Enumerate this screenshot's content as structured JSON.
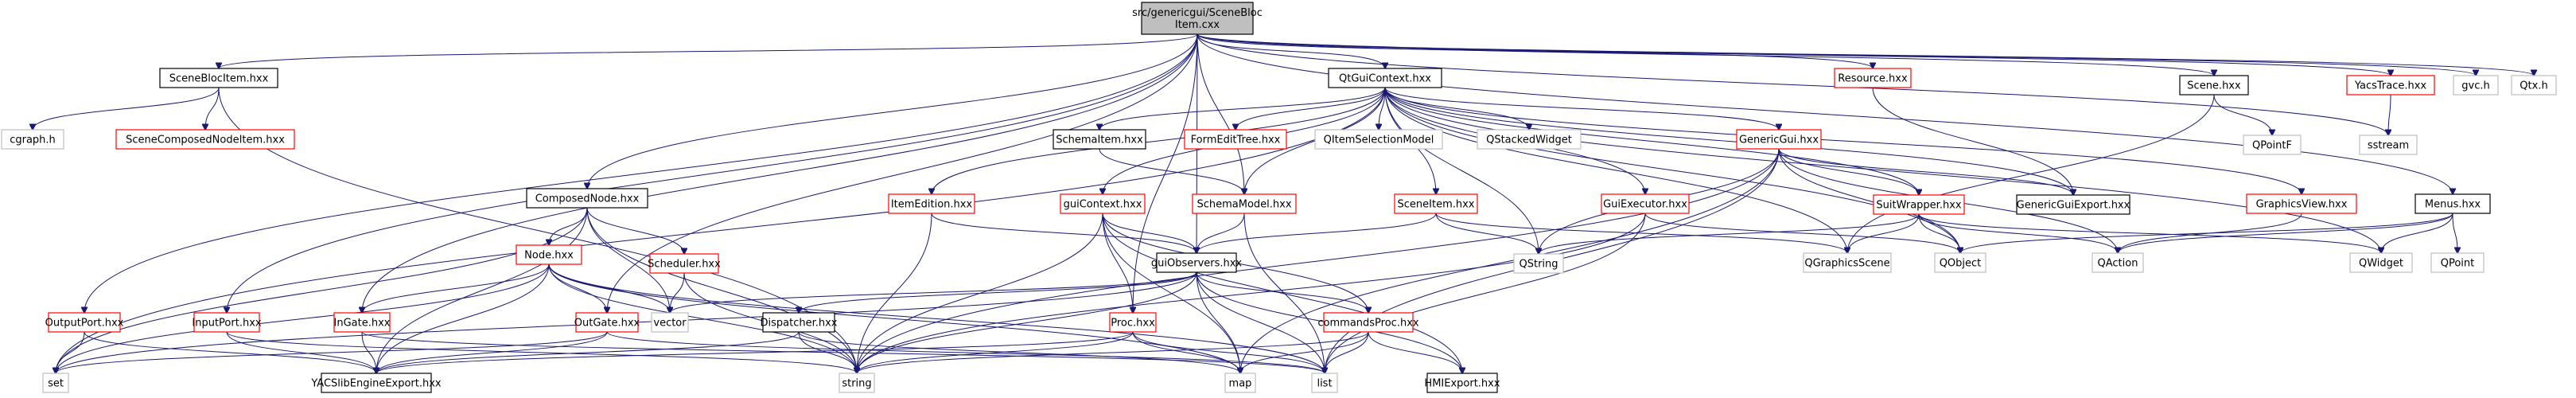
{
  "diagram": {
    "type": "include-dependency-graph",
    "root": "src/genericgui/SceneBlocItem.cxx",
    "colors": {
      "root_fill": "#bfbfbf",
      "documented_border": "#000000",
      "undocumented_border": "#ff0000",
      "external_border": "#bfbfbf",
      "edge": "#191970"
    },
    "nodes": [
      {
        "id": "root",
        "label": "src/genericgui/SceneBloc\nItem.cxx",
        "kind": "root"
      },
      {
        "id": "SceneBlocItem",
        "label": "SceneBlocItem.hxx",
        "kind": "documented"
      },
      {
        "id": "cgraph",
        "label": "cgraph.h",
        "kind": "external"
      },
      {
        "id": "SceneComposedNodeItem",
        "label": "SceneComposedNodeItem.hxx",
        "kind": "undocumented"
      },
      {
        "id": "QtGuiContext",
        "label": "QtGuiContext.hxx",
        "kind": "documented"
      },
      {
        "id": "SchemaItem",
        "label": "SchemaItem.hxx",
        "kind": "documented"
      },
      {
        "id": "FormEditTree",
        "label": "FormEditTree.hxx",
        "kind": "undocumented"
      },
      {
        "id": "QItemSelectionModel",
        "label": "QItemSelectionModel",
        "kind": "external"
      },
      {
        "id": "QStackedWidget",
        "label": "QStackedWidget",
        "kind": "external"
      },
      {
        "id": "Resource",
        "label": "Resource.hxx",
        "kind": "undocumented"
      },
      {
        "id": "GenericGui",
        "label": "GenericGui.hxx",
        "kind": "undocumented"
      },
      {
        "id": "Scene",
        "label": "Scene.hxx",
        "kind": "documented"
      },
      {
        "id": "YacsTrace",
        "label": "YacsTrace.hxx",
        "kind": "undocumented"
      },
      {
        "id": "gvc",
        "label": "gvc.h",
        "kind": "external"
      },
      {
        "id": "Qtx",
        "label": "Qtx.h",
        "kind": "external"
      },
      {
        "id": "QPointF",
        "label": "QPointF",
        "kind": "external"
      },
      {
        "id": "sstream",
        "label": "sstream",
        "kind": "external"
      },
      {
        "id": "ComposedNode",
        "label": "ComposedNode.hxx",
        "kind": "documented"
      },
      {
        "id": "ItemEdition",
        "label": "ItemEdition.hxx",
        "kind": "undocumented"
      },
      {
        "id": "guiContext",
        "label": "guiContext.hxx",
        "kind": "undocumented"
      },
      {
        "id": "SchemaModel",
        "label": "SchemaModel.hxx",
        "kind": "undocumented"
      },
      {
        "id": "SceneItem",
        "label": "SceneItem.hxx",
        "kind": "undocumented"
      },
      {
        "id": "GuiExecutor",
        "label": "GuiExecutor.hxx",
        "kind": "undocumented"
      },
      {
        "id": "SuitWrapper",
        "label": "SuitWrapper.hxx",
        "kind": "undocumented"
      },
      {
        "id": "GenericGuiExport",
        "label": "GenericGuiExport.hxx",
        "kind": "documented"
      },
      {
        "id": "GraphicsView",
        "label": "GraphicsView.hxx",
        "kind": "undocumented"
      },
      {
        "id": "Menus",
        "label": "Menus.hxx",
        "kind": "documented"
      },
      {
        "id": "Node",
        "label": "Node.hxx",
        "kind": "undocumented"
      },
      {
        "id": "Scheduler",
        "label": "Scheduler.hxx",
        "kind": "undocumented"
      },
      {
        "id": "guiObservers",
        "label": "guiObservers.hxx",
        "kind": "documented"
      },
      {
        "id": "QString",
        "label": "QString",
        "kind": "external"
      },
      {
        "id": "QGraphicsScene",
        "label": "QGraphicsScene",
        "kind": "external"
      },
      {
        "id": "QObject",
        "label": "QObject",
        "kind": "external"
      },
      {
        "id": "QAction",
        "label": "QAction",
        "kind": "external"
      },
      {
        "id": "QWidget",
        "label": "QWidget",
        "kind": "external"
      },
      {
        "id": "QPoint",
        "label": "QPoint",
        "kind": "external"
      },
      {
        "id": "OutputPort",
        "label": "OutputPort.hxx",
        "kind": "undocumented"
      },
      {
        "id": "InputPort",
        "label": "InputPort.hxx",
        "kind": "undocumented"
      },
      {
        "id": "InGate",
        "label": "InGate.hxx",
        "kind": "undocumented"
      },
      {
        "id": "OutGate",
        "label": "OutGate.hxx",
        "kind": "undocumented"
      },
      {
        "id": "vector",
        "label": "vector",
        "kind": "external"
      },
      {
        "id": "Dispatcher",
        "label": "Dispatcher.hxx",
        "kind": "documented"
      },
      {
        "id": "Proc",
        "label": "Proc.hxx",
        "kind": "undocumented"
      },
      {
        "id": "commandsProc",
        "label": "commandsProc.hxx",
        "kind": "undocumented"
      },
      {
        "id": "set",
        "label": "set",
        "kind": "external"
      },
      {
        "id": "YACSlibEngineExport",
        "label": "YACSlibEngineExport.hxx",
        "kind": "documented"
      },
      {
        "id": "string",
        "label": "string",
        "kind": "external"
      },
      {
        "id": "map",
        "label": "map",
        "kind": "external"
      },
      {
        "id": "list",
        "label": "list",
        "kind": "external"
      },
      {
        "id": "HMIExport",
        "label": "HMIExport.hxx",
        "kind": "documented"
      }
    ],
    "edges": [
      [
        "root",
        "SceneBlocItem"
      ],
      [
        "root",
        "QtGuiContext"
      ],
      [
        "root",
        "Resource"
      ],
      [
        "root",
        "Scene"
      ],
      [
        "root",
        "YacsTrace"
      ],
      [
        "root",
        "gvc"
      ],
      [
        "root",
        "Qtx"
      ],
      [
        "root",
        "sstream"
      ],
      [
        "root",
        "Menus"
      ],
      [
        "root",
        "ComposedNode"
      ],
      [
        "root",
        "OutputPort"
      ],
      [
        "root",
        "InputPort"
      ],
      [
        "root",
        "InGate"
      ],
      [
        "root",
        "OutGate"
      ],
      [
        "root",
        "Proc"
      ],
      [
        "root",
        "guiObservers"
      ],
      [
        "root",
        "SchemaModel"
      ],
      [
        "SceneBlocItem",
        "cgraph"
      ],
      [
        "SceneBlocItem",
        "SceneComposedNodeItem"
      ],
      [
        "SceneBlocItem",
        "string"
      ],
      [
        "QtGuiContext",
        "SchemaItem"
      ],
      [
        "QtGuiContext",
        "FormEditTree"
      ],
      [
        "QtGuiContext",
        "QItemSelectionModel"
      ],
      [
        "QtGuiContext",
        "QStackedWidget"
      ],
      [
        "QtGuiContext",
        "GenericGui"
      ],
      [
        "QtGuiContext",
        "ItemEdition"
      ],
      [
        "QtGuiContext",
        "guiContext"
      ],
      [
        "QtGuiContext",
        "SchemaModel"
      ],
      [
        "QtGuiContext",
        "SceneItem"
      ],
      [
        "QtGuiContext",
        "GuiExecutor"
      ],
      [
        "QtGuiContext",
        "SuitWrapper"
      ],
      [
        "QtGuiContext",
        "GenericGuiExport"
      ],
      [
        "QtGuiContext",
        "GraphicsView"
      ],
      [
        "QtGuiContext",
        "QString"
      ],
      [
        "QtGuiContext",
        "QGraphicsScene"
      ],
      [
        "QtGuiContext",
        "QObject"
      ],
      [
        "QtGuiContext",
        "set"
      ],
      [
        "QtGuiContext",
        "QWidget"
      ],
      [
        "Resource",
        "GenericGuiExport"
      ],
      [
        "Scene",
        "QPointF"
      ],
      [
        "Scene",
        "QGraphicsScene"
      ],
      [
        "YacsTrace",
        "sstream"
      ],
      [
        "Menus",
        "QWidget"
      ],
      [
        "Menus",
        "QPoint"
      ],
      [
        "Menus",
        "QObject"
      ],
      [
        "Menus",
        "QAction"
      ],
      [
        "GraphicsView",
        "QAction"
      ],
      [
        "SchemaItem",
        "SchemaModel"
      ],
      [
        "GenericGui",
        "SuitWrapper"
      ],
      [
        "GenericGui",
        "GenericGuiExport"
      ],
      [
        "GenericGui",
        "QObject"
      ],
      [
        "GenericGui",
        "QString"
      ],
      [
        "GenericGui",
        "QAction"
      ],
      [
        "GenericGui",
        "list"
      ],
      [
        "GenericGui",
        "string"
      ],
      [
        "GenericGui",
        "map"
      ],
      [
        "SuitWrapper",
        "QGraphicsScene"
      ],
      [
        "SuitWrapper",
        "QObject"
      ],
      [
        "SuitWrapper",
        "QAction"
      ],
      [
        "SuitWrapper",
        "QWidget"
      ],
      [
        "SuitWrapper",
        "QString"
      ],
      [
        "GuiExecutor",
        "QObject"
      ],
      [
        "GuiExecutor",
        "string"
      ],
      [
        "GuiExecutor",
        "list"
      ],
      [
        "SceneItem",
        "QString"
      ],
      [
        "SceneItem",
        "QGraphicsScene"
      ],
      [
        "SceneItem",
        "guiObservers"
      ],
      [
        "ItemEdition",
        "guiObservers"
      ],
      [
        "ItemEdition",
        "string"
      ],
      [
        "guiContext",
        "guiObservers"
      ],
      [
        "guiContext",
        "Proc"
      ],
      [
        "guiContext",
        "commandsProc"
      ],
      [
        "guiContext",
        "map"
      ],
      [
        "guiContext",
        "string"
      ],
      [
        "guiContext",
        "HMIExport"
      ],
      [
        "SchemaModel",
        "guiObservers"
      ],
      [
        "SchemaModel",
        "list"
      ],
      [
        "guiObservers",
        "Dispatcher"
      ],
      [
        "guiObservers",
        "commandsProc"
      ],
      [
        "guiObservers",
        "map"
      ],
      [
        "guiObservers",
        "list"
      ],
      [
        "guiObservers",
        "string"
      ],
      [
        "guiObservers",
        "vector"
      ],
      [
        "guiObservers",
        "set"
      ],
      [
        "guiObservers",
        "HMIExport"
      ],
      [
        "ComposedNode",
        "Node"
      ],
      [
        "ComposedNode",
        "Scheduler"
      ],
      [
        "ComposedNode",
        "vector"
      ],
      [
        "ComposedNode",
        "string"
      ],
      [
        "ComposedNode",
        "set"
      ],
      [
        "ComposedNode",
        "YACSlibEngineExport"
      ],
      [
        "Node",
        "InGate"
      ],
      [
        "Node",
        "OutGate"
      ],
      [
        "Node",
        "vector"
      ],
      [
        "Node",
        "set"
      ],
      [
        "Node",
        "map"
      ],
      [
        "Node",
        "list"
      ],
      [
        "Node",
        "string"
      ],
      [
        "Node",
        "YACSlibEngineExport"
      ],
      [
        "Scheduler",
        "vector"
      ],
      [
        "Scheduler",
        "string"
      ],
      [
        "OutputPort",
        "set"
      ],
      [
        "OutputPort",
        "YACSlibEngineExport"
      ],
      [
        "InputPort",
        "YACSlibEngineExport"
      ],
      [
        "InputPort",
        "string"
      ],
      [
        "InGate",
        "YACSlibEngineExport"
      ],
      [
        "InGate",
        "list"
      ],
      [
        "OutGate",
        "YACSlibEngineExport"
      ],
      [
        "OutGate",
        "set"
      ],
      [
        "OutGate",
        "list"
      ],
      [
        "Dispatcher",
        "string"
      ],
      [
        "Dispatcher",
        "map"
      ],
      [
        "Dispatcher",
        "YACSlibEngineExport"
      ],
      [
        "Proc",
        "string"
      ],
      [
        "Proc",
        "map"
      ],
      [
        "Proc",
        "list"
      ],
      [
        "Proc",
        "YACSlibEngineExport"
      ],
      [
        "commandsProc",
        "string"
      ],
      [
        "commandsProc",
        "map"
      ],
      [
        "commandsProc",
        "list"
      ],
      [
        "commandsProc",
        "HMIExport"
      ]
    ]
  }
}
